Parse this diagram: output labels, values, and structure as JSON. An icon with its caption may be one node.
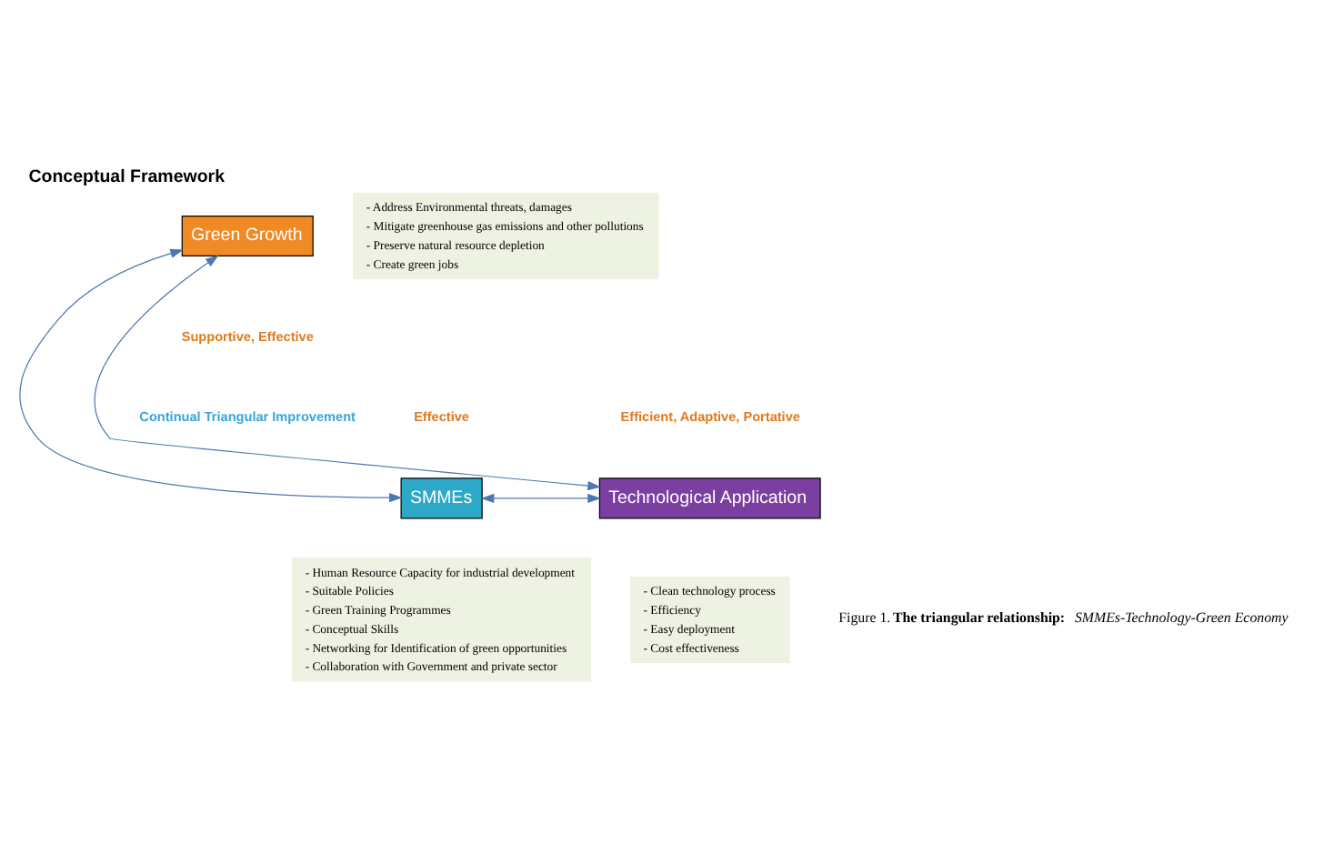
{
  "diagram": {
    "title": "Conceptual Framework",
    "caption": "Figure 1.**The triangular relationship:** *SMMEs-Technology-Green Economy*",
    "nodes": [
      {
        "text": [
          "Green Growth"
        ]
      },
      {
        "text": [
          "SMMEs"
        ]
      },
      {
        "text": [
          "Technological Application"
        ]
      },
      {
        "text": [
          "- Address Environmental threats, damages",
          "- Mitigate greenhouse gas emissions and other pollutions",
          "- Preserve natural resource depletion",
          "- Create green jobs"
        ]
      },
      {
        "text": [
          "- Human Resource Capacity for industrial development",
          "- Suitable Policies",
          "- Green Training Programmes",
          "- Conceptual Skills",
          "- Networking for Identification of green opportunities",
          "- Collaboration with Government and private sector"
        ]
      },
      {
        "text": [
          "- Clean technology process",
          "- Efficiency",
          "- Easy deployment",
          "- Cost effectiveness"
        ]
      }
    ],
    "edges": [
      {
        "from": 0,
        "to": 1,
        "arrow": "both"
      },
      {
        "from": 0,
        "to": 2,
        "arrow": "both"
      },
      {
        "from": 1,
        "to": 2,
        "arrow": "both"
      }
    ],
    "labels": [
      "Supportive, Effective",
      "Continual Triangular Improvement",
      "Efficient, Adaptive, Portative",
      "Effective"
    ]
  }
}
